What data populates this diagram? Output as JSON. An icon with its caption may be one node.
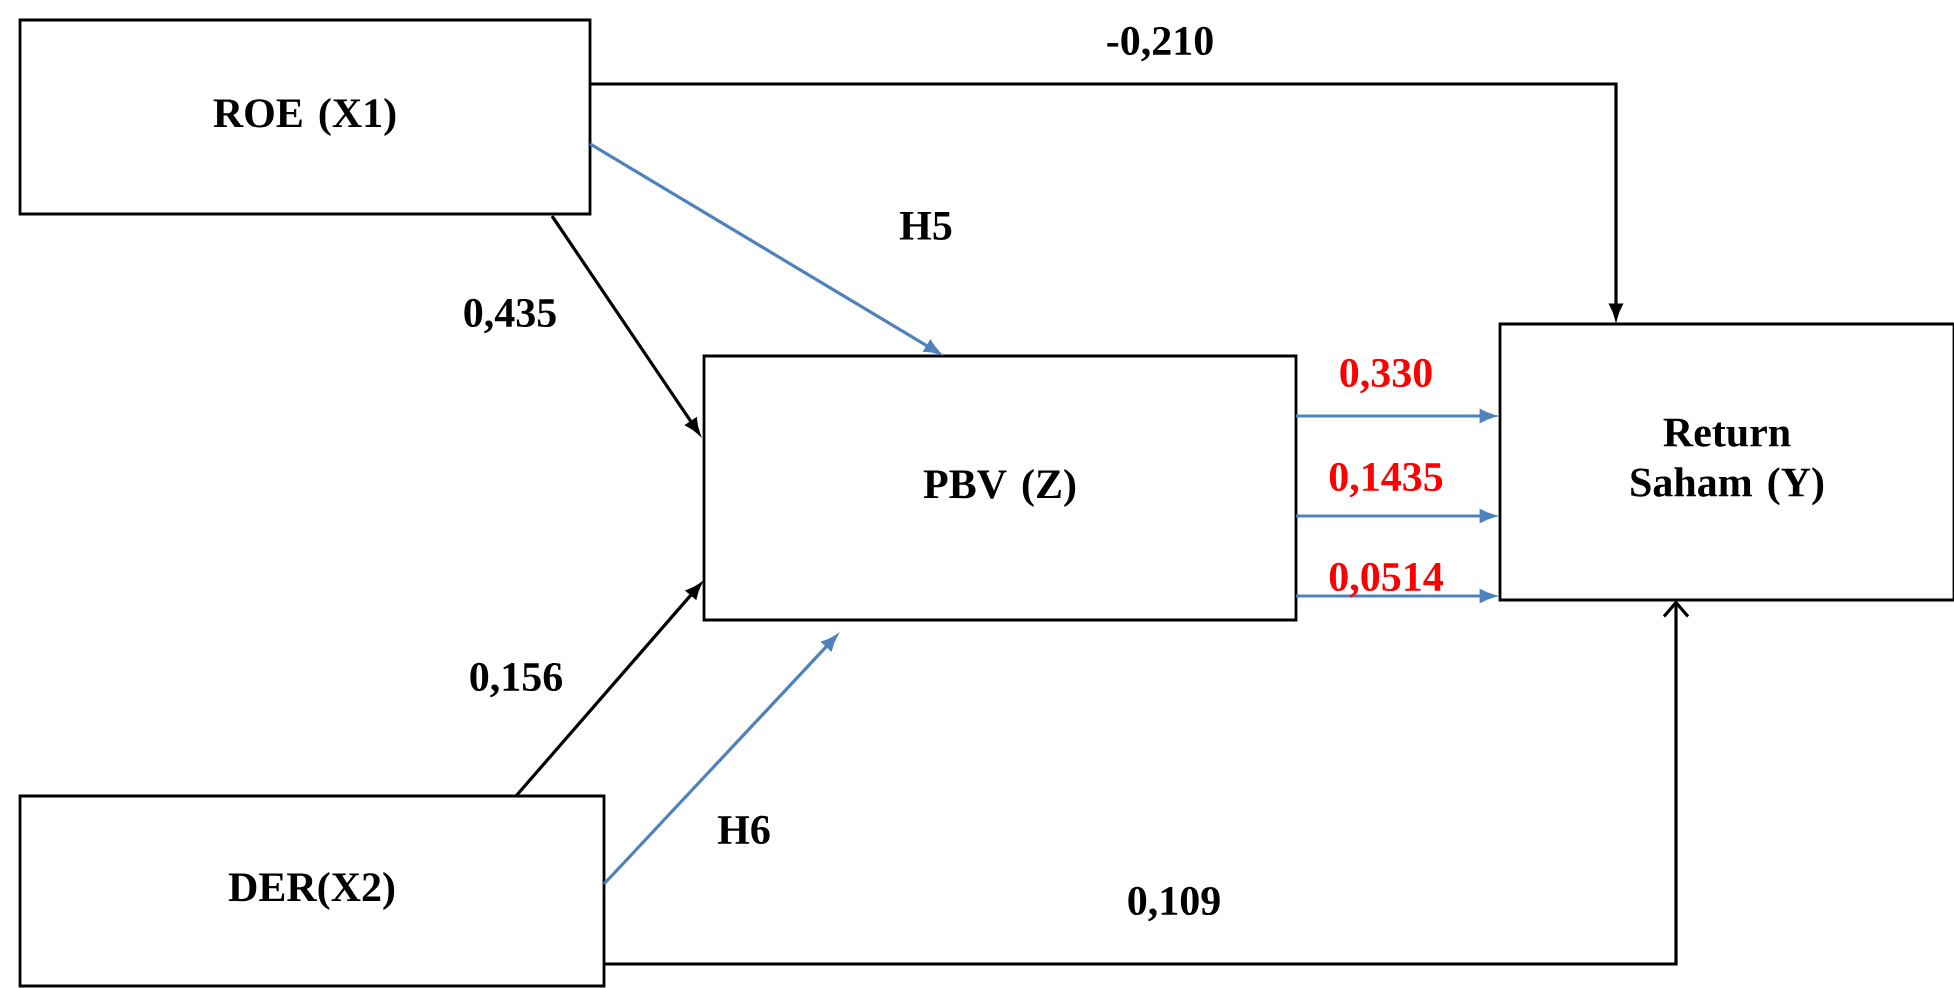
{
  "diagram": {
    "nodes": [
      {
        "text": [
          "ROE (X1)"
        ]
      },
      {
        "text": [
          "PBV (Z)"
        ]
      },
      {
        "text": [
          "Return Saham (Y)"
        ]
      },
      {
        "text": [
          "DER(X2)"
        ]
      }
    ],
    "edges": [
      {
        "from": 0,
        "to": 2,
        "arrow": "to",
        "label": "-0,210",
        "color": "#000000"
      },
      {
        "from": 0,
        "to": 1,
        "arrow": "to",
        "label": "H5"
      },
      {
        "from": 0,
        "to": 1,
        "arrow": "to",
        "label": "0,435",
        "color": "#000000"
      },
      {
        "from": 3,
        "to": 1,
        "arrow": "to",
        "label": "0,156",
        "color": "#000000"
      },
      {
        "from": 3,
        "to": 1,
        "arrow": "to",
        "label": "H6"
      },
      {
        "from": 3,
        "to": 2,
        "arrow": "to",
        "label": "0,109",
        "color": "#000000"
      },
      {
        "from": 1,
        "to": 2,
        "arrow": "to",
        "label": "0,330"
      },
      {
        "from": 1,
        "to": 2,
        "arrow": "to",
        "label": "0,1435"
      },
      {
        "from": 1,
        "to": 2,
        "arrow": "to",
        "label": "0,0514"
      }
    ]
  }
}
